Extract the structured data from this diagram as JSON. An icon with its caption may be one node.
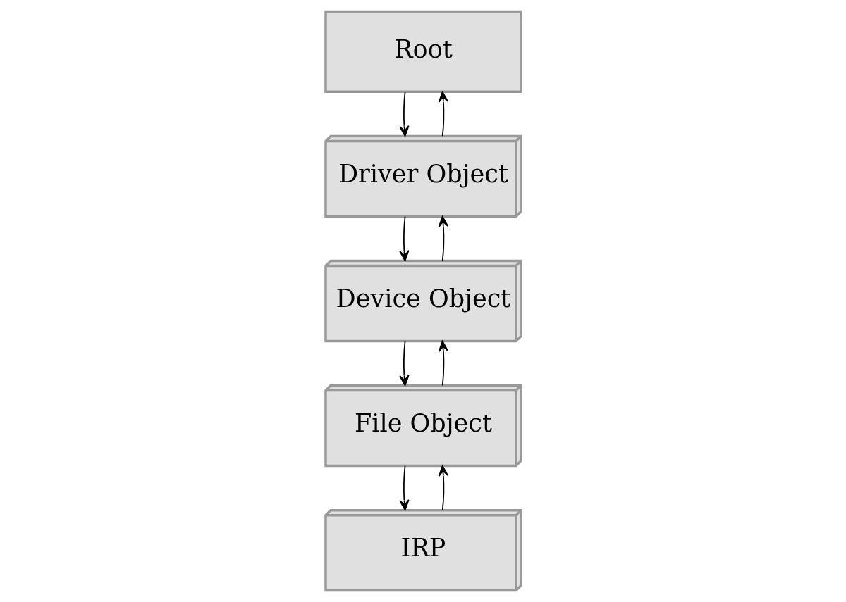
{
  "diagram": {
    "nodes": [
      {
        "text": [
          "Root"
        ]
      },
      {
        "text": [
          "Driver Object"
        ]
      },
      {
        "text": [
          "Device Object"
        ]
      },
      {
        "text": [
          "File Object"
        ]
      },
      {
        "text": [
          "IRP"
        ]
      }
    ],
    "edges": [
      {
        "from": 0,
        "to": 1,
        "arrow": "to"
      },
      {
        "from": 1,
        "to": 0,
        "arrow": "to"
      },
      {
        "from": 1,
        "to": 2,
        "arrow": "to"
      },
      {
        "from": 2,
        "to": 1,
        "arrow": "to"
      },
      {
        "from": 2,
        "to": 3,
        "arrow": "to"
      },
      {
        "from": 3,
        "to": 2,
        "arrow": "to"
      },
      {
        "from": 3,
        "to": 4,
        "arrow": "to"
      },
      {
        "from": 4,
        "to": 3,
        "arrow": "to"
      }
    ]
  }
}
